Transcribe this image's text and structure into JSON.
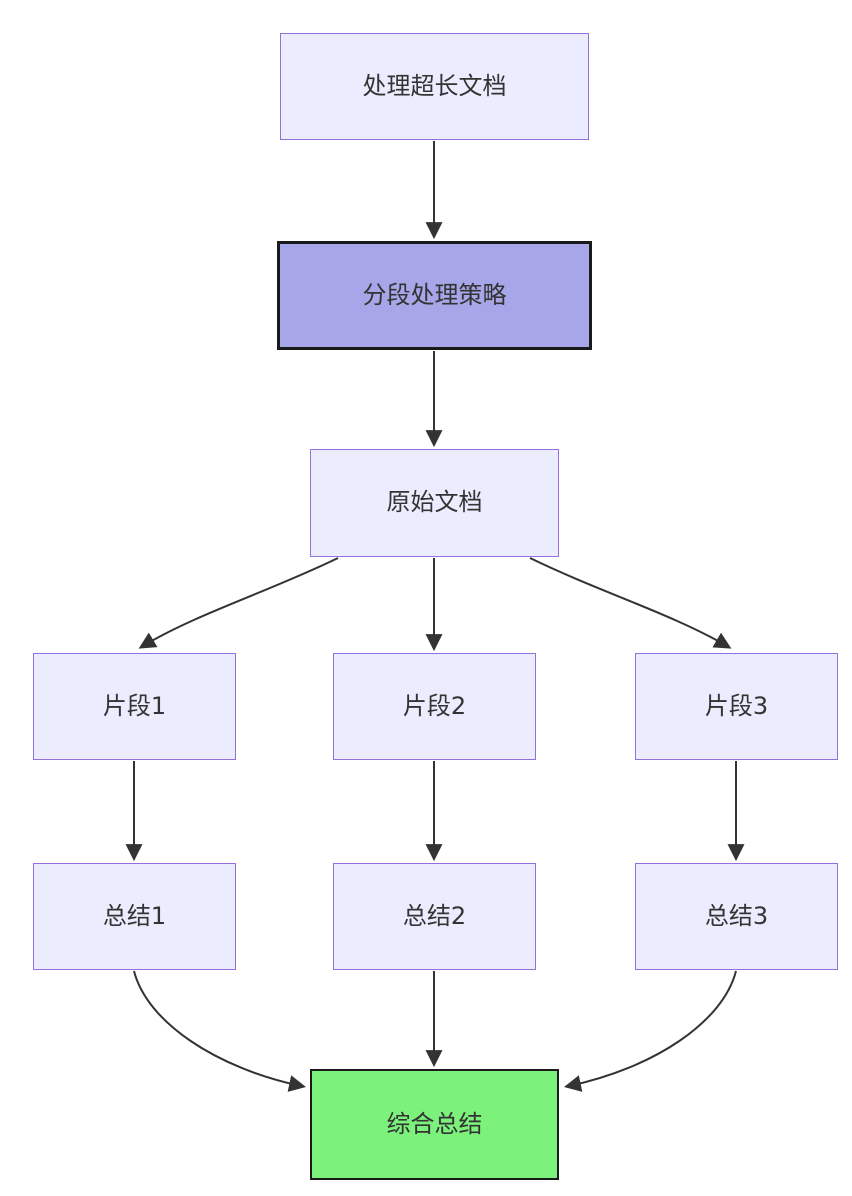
{
  "diagram": {
    "type": "flowchart",
    "direction": "top-down",
    "background_color": "#ffffff",
    "edge_color": "#333333",
    "nodes": {
      "process_doc": {
        "label": "处理超长文档",
        "fill": "#ECECFF",
        "border": "#9370DB"
      },
      "strategy": {
        "label": "分段处理策略",
        "fill": "#A6A6E8",
        "border": "#1a1a1a"
      },
      "original_doc": {
        "label": "原始文档",
        "fill": "#ECECFF",
        "border": "#9370DB"
      },
      "fragment1": {
        "label": "片段1",
        "fill": "#ECECFF",
        "border": "#9370DB"
      },
      "fragment2": {
        "label": "片段2",
        "fill": "#ECECFF",
        "border": "#9370DB"
      },
      "fragment3": {
        "label": "片段3",
        "fill": "#ECECFF",
        "border": "#9370DB"
      },
      "summary1": {
        "label": "总结1",
        "fill": "#ECECFF",
        "border": "#9370DB"
      },
      "summary2": {
        "label": "总结2",
        "fill": "#ECECFF",
        "border": "#9370DB"
      },
      "summary3": {
        "label": "总结3",
        "fill": "#ECECFF",
        "border": "#9370DB"
      },
      "final_summary": {
        "label": "综合总结",
        "fill": "#7CF27C",
        "border": "#1a1a1a"
      }
    },
    "edges": [
      {
        "from": "process_doc",
        "to": "strategy"
      },
      {
        "from": "strategy",
        "to": "original_doc"
      },
      {
        "from": "original_doc",
        "to": "fragment1"
      },
      {
        "from": "original_doc",
        "to": "fragment2"
      },
      {
        "from": "original_doc",
        "to": "fragment3"
      },
      {
        "from": "fragment1",
        "to": "summary1"
      },
      {
        "from": "fragment2",
        "to": "summary2"
      },
      {
        "from": "fragment3",
        "to": "summary3"
      },
      {
        "from": "summary1",
        "to": "final_summary"
      },
      {
        "from": "summary2",
        "to": "final_summary"
      },
      {
        "from": "summary3",
        "to": "final_summary"
      }
    ]
  }
}
